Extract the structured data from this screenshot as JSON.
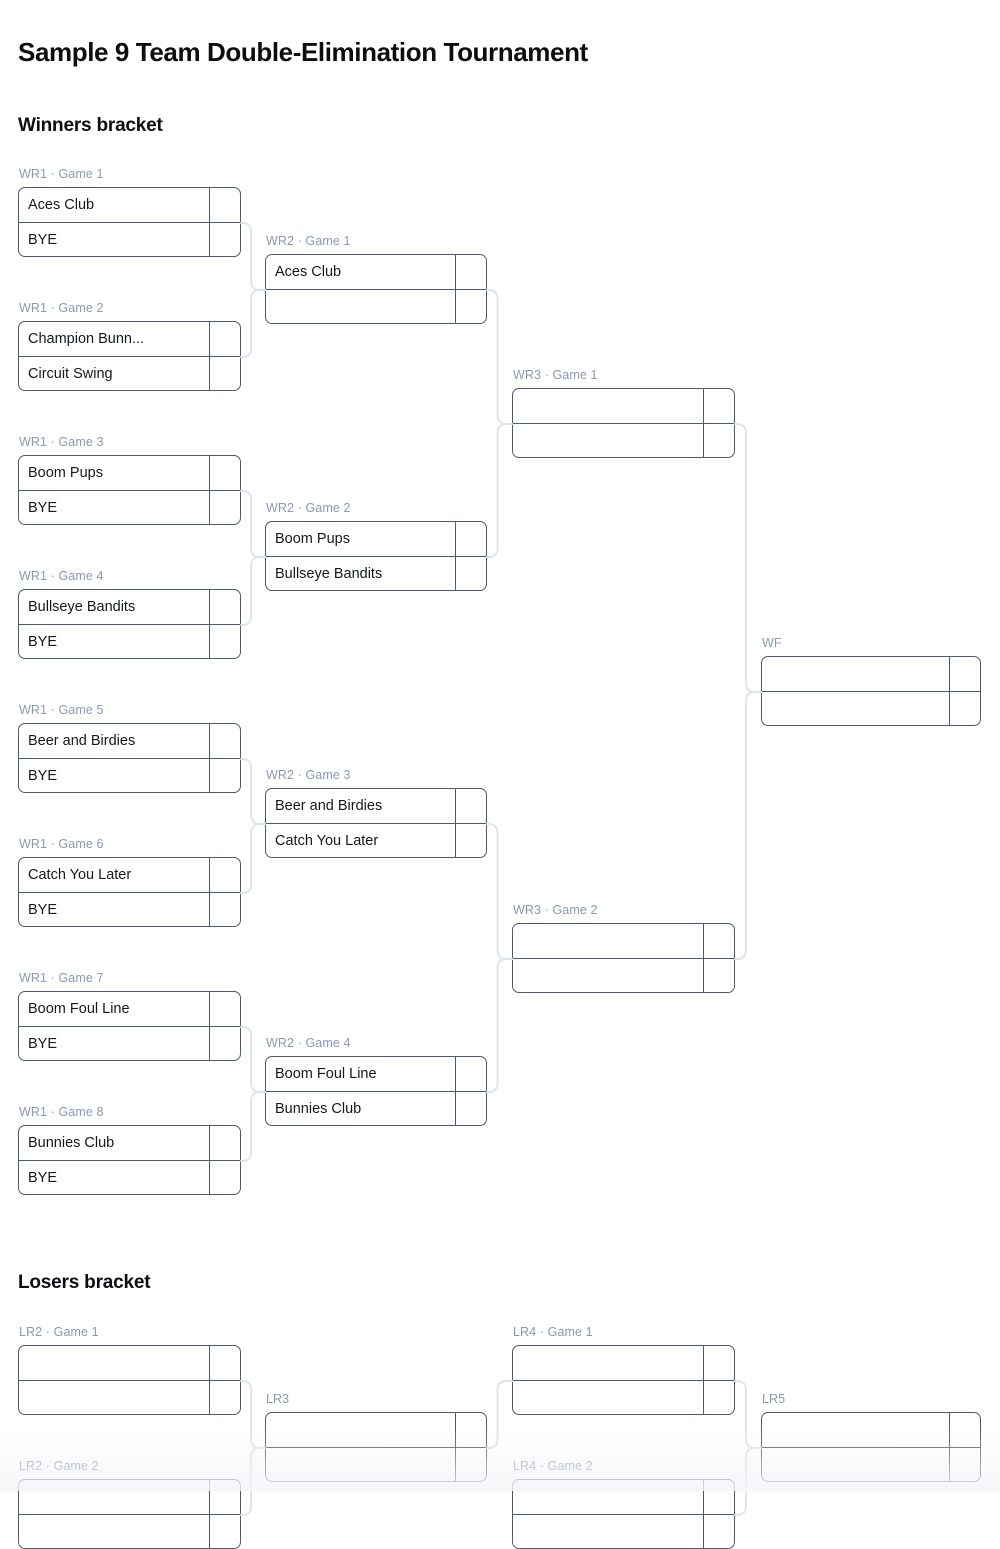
{
  "page": {
    "title": "Sample 9 Team Double-Elimination Tournament"
  },
  "sections": {
    "winners": {
      "heading": "Winners bracket"
    },
    "losers": {
      "heading": "Losers bracket"
    }
  },
  "colors": {
    "box_border": "#4a5a73",
    "label_text": "#8a99b3",
    "connector": "#dfe5ee",
    "text": "#14181d"
  },
  "winners_bracket": {
    "rounds": [
      {
        "id": "WR1",
        "matches": [
          {
            "label": "WR1 · Game 1",
            "slots": [
              {
                "team": "Aces Club",
                "score": ""
              },
              {
                "team": "BYE",
                "score": ""
              }
            ]
          },
          {
            "label": "WR1 · Game 2",
            "slots": [
              {
                "team": "Champion Bunn...",
                "score": ""
              },
              {
                "team": "Circuit Swing",
                "score": ""
              }
            ]
          },
          {
            "label": "WR1 · Game 3",
            "slots": [
              {
                "team": "Boom Pups",
                "score": ""
              },
              {
                "team": "BYE",
                "score": ""
              }
            ]
          },
          {
            "label": "WR1 · Game 4",
            "slots": [
              {
                "team": "Bullseye Bandits",
                "score": ""
              },
              {
                "team": "BYE",
                "score": ""
              }
            ]
          },
          {
            "label": "WR1 · Game 5",
            "slots": [
              {
                "team": "Beer and Birdies",
                "score": ""
              },
              {
                "team": "BYE",
                "score": ""
              }
            ]
          },
          {
            "label": "WR1 · Game 6",
            "slots": [
              {
                "team": "Catch You Later",
                "score": ""
              },
              {
                "team": "BYE",
                "score": ""
              }
            ]
          },
          {
            "label": "WR1 · Game 7",
            "slots": [
              {
                "team": "Boom Foul Line",
                "score": ""
              },
              {
                "team": "BYE",
                "score": ""
              }
            ]
          },
          {
            "label": "WR1 · Game 8",
            "slots": [
              {
                "team": "Bunnies Club",
                "score": ""
              },
              {
                "team": "BYE",
                "score": ""
              }
            ]
          }
        ]
      },
      {
        "id": "WR2",
        "matches": [
          {
            "label": "WR2 · Game 1",
            "slots": [
              {
                "team": "Aces Club",
                "score": ""
              },
              {
                "team": "",
                "score": ""
              }
            ]
          },
          {
            "label": "WR2 · Game 2",
            "slots": [
              {
                "team": "Boom Pups",
                "score": ""
              },
              {
                "team": "Bullseye Bandits",
                "score": ""
              }
            ]
          },
          {
            "label": "WR2 · Game 3",
            "slots": [
              {
                "team": "Beer and Birdies",
                "score": ""
              },
              {
                "team": "Catch You Later",
                "score": ""
              }
            ]
          },
          {
            "label": "WR2 · Game 4",
            "slots": [
              {
                "team": "Boom Foul Line",
                "score": ""
              },
              {
                "team": "Bunnies Club",
                "score": ""
              }
            ]
          }
        ]
      },
      {
        "id": "WR3",
        "matches": [
          {
            "label": "WR3 · Game 1",
            "slots": [
              {
                "team": "",
                "score": ""
              },
              {
                "team": "",
                "score": ""
              }
            ]
          },
          {
            "label": "WR3 · Game 2",
            "slots": [
              {
                "team": "",
                "score": ""
              },
              {
                "team": "",
                "score": ""
              }
            ]
          }
        ]
      },
      {
        "id": "WF",
        "matches": [
          {
            "label": "WF",
            "slots": [
              {
                "team": "",
                "score": ""
              },
              {
                "team": "",
                "score": ""
              }
            ]
          }
        ]
      }
    ]
  },
  "losers_bracket": {
    "rounds": [
      {
        "id": "LR2",
        "matches": [
          {
            "label": "LR2 · Game 1",
            "slots": [
              {
                "team": "",
                "score": ""
              },
              {
                "team": "",
                "score": ""
              }
            ]
          },
          {
            "label": "LR2 · Game 2",
            "slots": [
              {
                "team": "",
                "score": ""
              },
              {
                "team": "",
                "score": ""
              }
            ]
          }
        ]
      },
      {
        "id": "LR3",
        "matches": [
          {
            "label": "LR3",
            "slots": [
              {
                "team": "",
                "score": ""
              },
              {
                "team": "",
                "score": ""
              }
            ]
          }
        ]
      },
      {
        "id": "LR4",
        "matches": [
          {
            "label": "LR4 · Game 1",
            "slots": [
              {
                "team": "",
                "score": ""
              },
              {
                "team": "",
                "score": ""
              }
            ]
          },
          {
            "label": "LR4 · Game 2",
            "slots": [
              {
                "team": "",
                "score": ""
              },
              {
                "team": "",
                "score": ""
              }
            ]
          }
        ]
      },
      {
        "id": "LR5",
        "matches": [
          {
            "label": "LR5",
            "slots": [
              {
                "team": "",
                "score": ""
              },
              {
                "team": "",
                "score": ""
              }
            ]
          }
        ]
      }
    ]
  }
}
